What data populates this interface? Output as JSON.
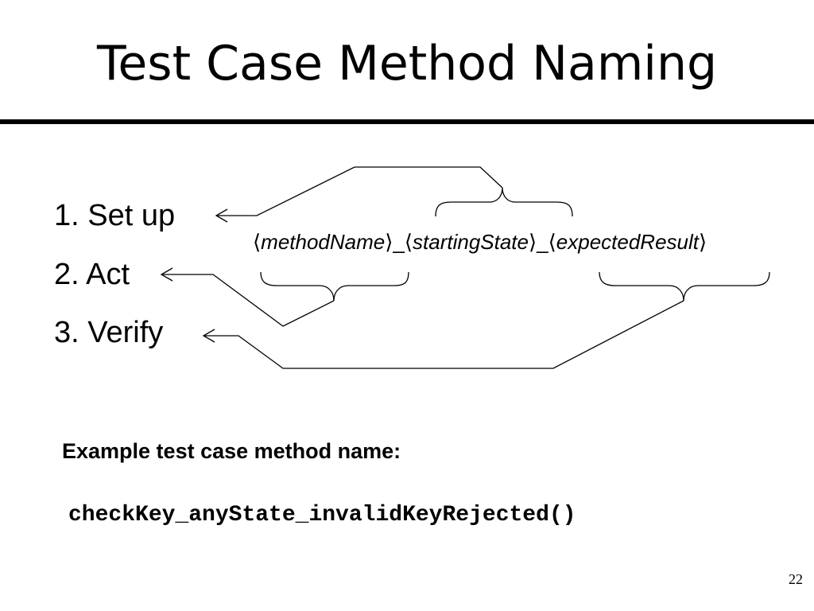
{
  "slide": {
    "title": "Test Case Method Naming",
    "page_number": "22"
  },
  "steps": [
    {
      "label": "1. Set up"
    },
    {
      "label": "2. Act"
    },
    {
      "label": "3. Verify"
    }
  ],
  "pattern": {
    "open": "⟨",
    "close": "⟩",
    "separator": "_",
    "part1": "methodName",
    "part2": "startingState",
    "part3": "expectedResult"
  },
  "example": {
    "label": "Example test case method name:",
    "code": "checkKey_anyState_invalidKeyRejected()"
  }
}
